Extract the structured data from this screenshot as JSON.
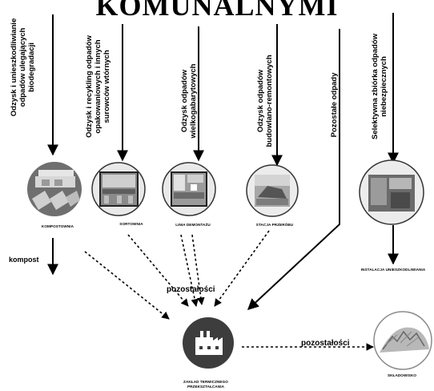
{
  "title": "KOMUNALNYMI",
  "sources": [
    {
      "id": "bio",
      "label": "Odzysk i unieszkodliwianie odpadów ulegających biodegradacji"
    },
    {
      "id": "pack",
      "label": "Odzysk i recykling odpadów opakowaniowych i innych surowców wtórnych"
    },
    {
      "id": "bulky",
      "label": "Odzysk odpadów wielkogabarytowych"
    },
    {
      "id": "construction",
      "label": "Odzysk odpadów budowlano-remontowych"
    },
    {
      "id": "other",
      "label": "Pozostałe odpady"
    },
    {
      "id": "hazard",
      "label": "Selektywna zbiórka odpadów niebezpiecznych"
    }
  ],
  "facilities": {
    "composting": "KOMPOSTOWNIA",
    "sorting": "SORTOWNIA",
    "dismantling": "LINIA DEMONTAŻU",
    "crushing": "STACJA PRZERÓBU",
    "neutralisation": "INSTALACJA UNIESZKODLIWIANIA",
    "thermal_plant": "ZAKŁAD TERMICZNEGO PRZEKSZTAŁCANIA",
    "landfill": "SKŁADOWISKO"
  },
  "flows": {
    "compost": "kompost",
    "residues_1": "pozostałości",
    "residues_2": "pozostałości"
  },
  "colors": {
    "dark_circle": "#3d3d3d",
    "composting_bg": "#6f6f6f",
    "line": "#000000"
  }
}
